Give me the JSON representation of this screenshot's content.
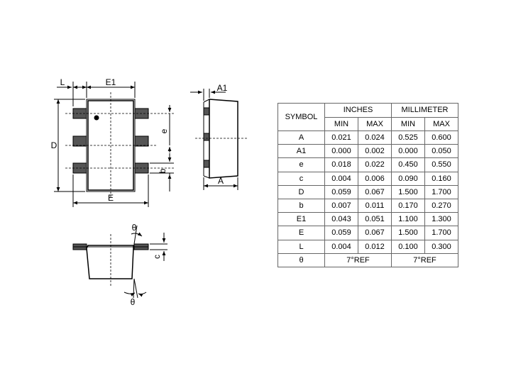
{
  "drawing_labels": {
    "L": "L",
    "E1": "E1",
    "D": "D",
    "E": "E",
    "e": "e",
    "b": "b",
    "A1": "A1",
    "A": "A",
    "theta_top": "θ",
    "theta_bottom": "θ",
    "c": "c"
  },
  "table": {
    "symbol_header": "SYMBOL",
    "inches_header": "INCHES",
    "mm_header": "MILLIMETER",
    "min_label": "MIN",
    "max_label": "MAX",
    "rows": [
      {
        "symbol": "A",
        "in_min": "0.021",
        "in_max": "0.024",
        "mm_min": "0.525",
        "mm_max": "0.600"
      },
      {
        "symbol": "A1",
        "in_min": "0.000",
        "in_max": "0.002",
        "mm_min": "0.000",
        "mm_max": "0.050"
      },
      {
        "symbol": "e",
        "in_min": "0.018",
        "in_max": "0.022",
        "mm_min": "0.450",
        "mm_max": "0.550"
      },
      {
        "symbol": "c",
        "in_min": "0.004",
        "in_max": "0.006",
        "mm_min": "0.090",
        "mm_max": "0.160"
      },
      {
        "symbol": "D",
        "in_min": "0.059",
        "in_max": "0.067",
        "mm_min": "1.500",
        "mm_max": "1.700"
      },
      {
        "symbol": "b",
        "in_min": "0.007",
        "in_max": "0.011",
        "mm_min": "0.170",
        "mm_max": "0.270"
      },
      {
        "symbol": "E1",
        "in_min": "0.043",
        "in_max": "0.051",
        "mm_min": "1.100",
        "mm_max": "1.300"
      },
      {
        "symbol": "E",
        "in_min": "0.059",
        "in_max": "0.067",
        "mm_min": "1.500",
        "mm_max": "1.700"
      },
      {
        "symbol": "L",
        "in_min": "0.004",
        "in_max": "0.012",
        "mm_min": "0.100",
        "mm_max": "0.300"
      }
    ],
    "theta_row": {
      "symbol": "θ",
      "in_value": "7°REF",
      "mm_value": "7°REF"
    }
  }
}
